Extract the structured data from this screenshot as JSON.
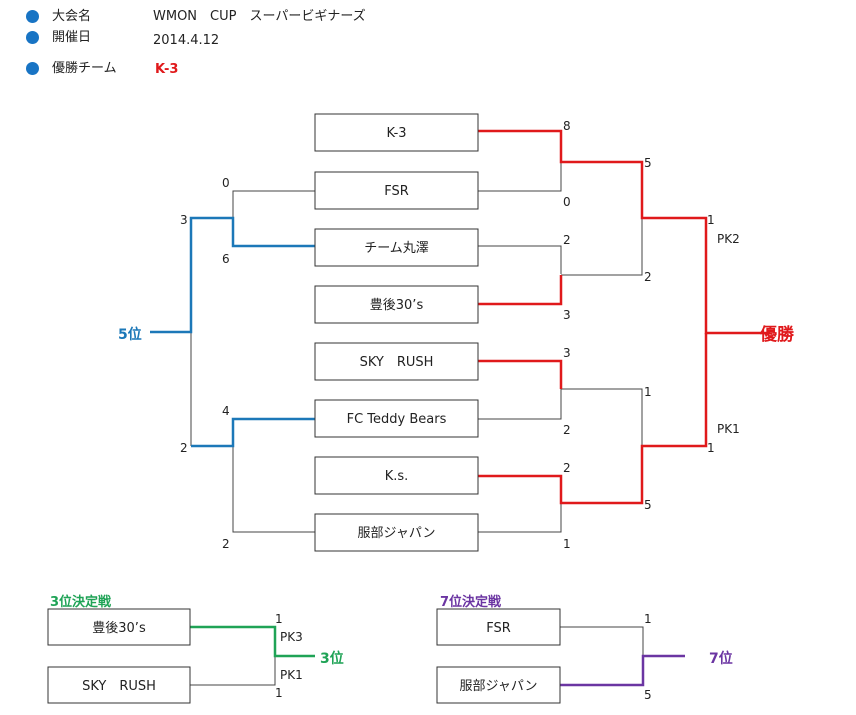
{
  "info": [
    {
      "label": "大会名",
      "value": "WMON　CUP　スーパービギナーズ"
    },
    {
      "label": "開催日",
      "value": "2014.4.12"
    },
    {
      "label": "優勝チーム",
      "value": "K-3"
    }
  ],
  "colors": {
    "dot": "#1874c4",
    "winner": "#e0191b",
    "fifth": "#1c78b8",
    "third": "#1fa356",
    "seventh": "#6b35a2",
    "line": "#444444"
  },
  "main_teams": [
    "K-3",
    "FSR",
    "チーム丸澤",
    "豊後30’s",
    "SKY　RUSH",
    "FC Teddy Bears",
    "K.s.",
    "服部ジャパン"
  ],
  "scores": {
    "r1_m1": [
      "8",
      "0"
    ],
    "r1_m2": [
      "2",
      "3"
    ],
    "r1_m3": [
      "3",
      "2"
    ],
    "r1_m4": [
      "2",
      "1"
    ],
    "sf_top": [
      "5",
      "2"
    ],
    "sf_bottom": [
      "1",
      "5"
    ],
    "final": [
      "1",
      "1"
    ],
    "final_pk": [
      "PK2",
      "PK1"
    ],
    "fifth_m1": [
      "0",
      "6"
    ],
    "fifth_m2": [
      "4",
      "2"
    ],
    "fifth_final": [
      "3",
      "2"
    ]
  },
  "results": {
    "champion": "優勝",
    "fifth": "5位",
    "third": "3位",
    "seventh": "7位"
  },
  "third_place": {
    "title": "3位決定戦",
    "teams": [
      "豊後30’s",
      "SKY　RUSH"
    ],
    "scores": [
      "1",
      "1"
    ],
    "pk": [
      "PK3",
      "PK1"
    ]
  },
  "seventh_place": {
    "title": "7位決定戦",
    "teams": [
      "FSR",
      "服部ジャパン"
    ],
    "scores": [
      "1",
      "5"
    ]
  }
}
